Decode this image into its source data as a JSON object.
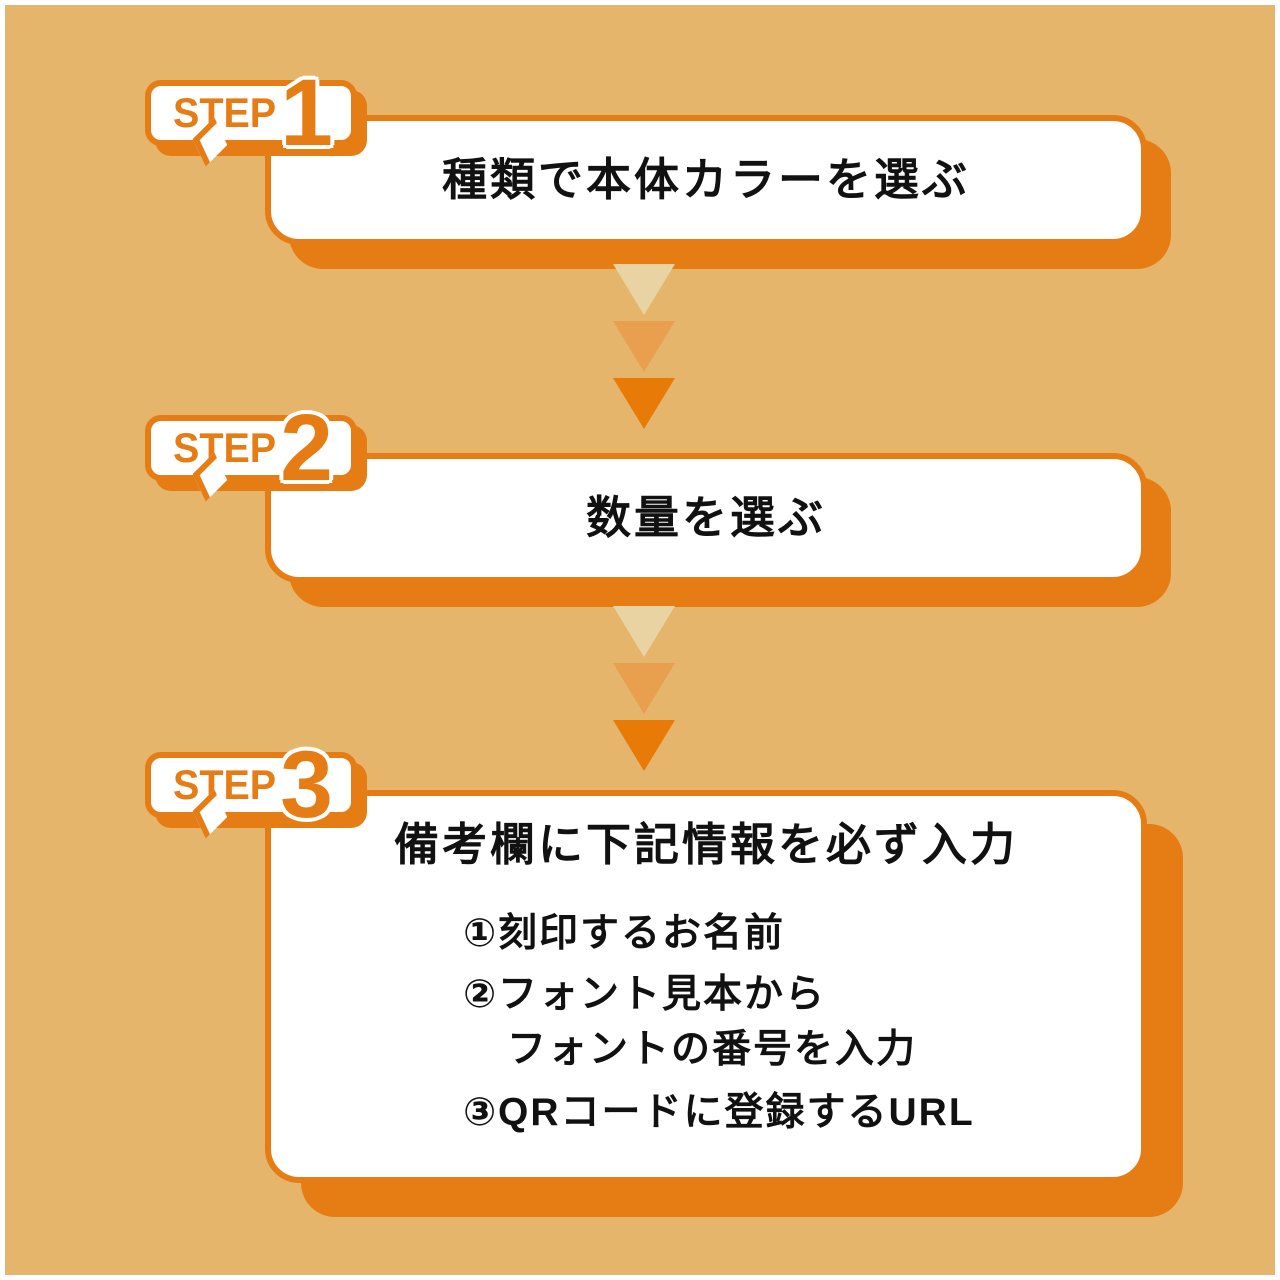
{
  "colors": {
    "background": "#E5B56B",
    "accent_orange": "#E67D14",
    "box_white": "#FFFFFF",
    "text_black": "#111111",
    "arrow_light": "#E9D3A3",
    "arrow_medium": "#E9A04E",
    "arrow_dark": "#E87B07"
  },
  "steps": [
    {
      "badge_label": "STEP",
      "number": "1",
      "title": "種類で本体カラーを選ぶ"
    },
    {
      "badge_label": "STEP",
      "number": "2",
      "title": "数量を選ぶ"
    },
    {
      "badge_label": "STEP",
      "number": "3",
      "title": "備考欄に下記情報を必ず入力",
      "items": [
        {
          "lines": [
            "①刻印するお名前"
          ]
        },
        {
          "lines": [
            "②フォント見本から",
            "フォントの番号を入力"
          ]
        },
        {
          "lines": [
            "③QRコードに登録するURL"
          ]
        }
      ]
    }
  ]
}
